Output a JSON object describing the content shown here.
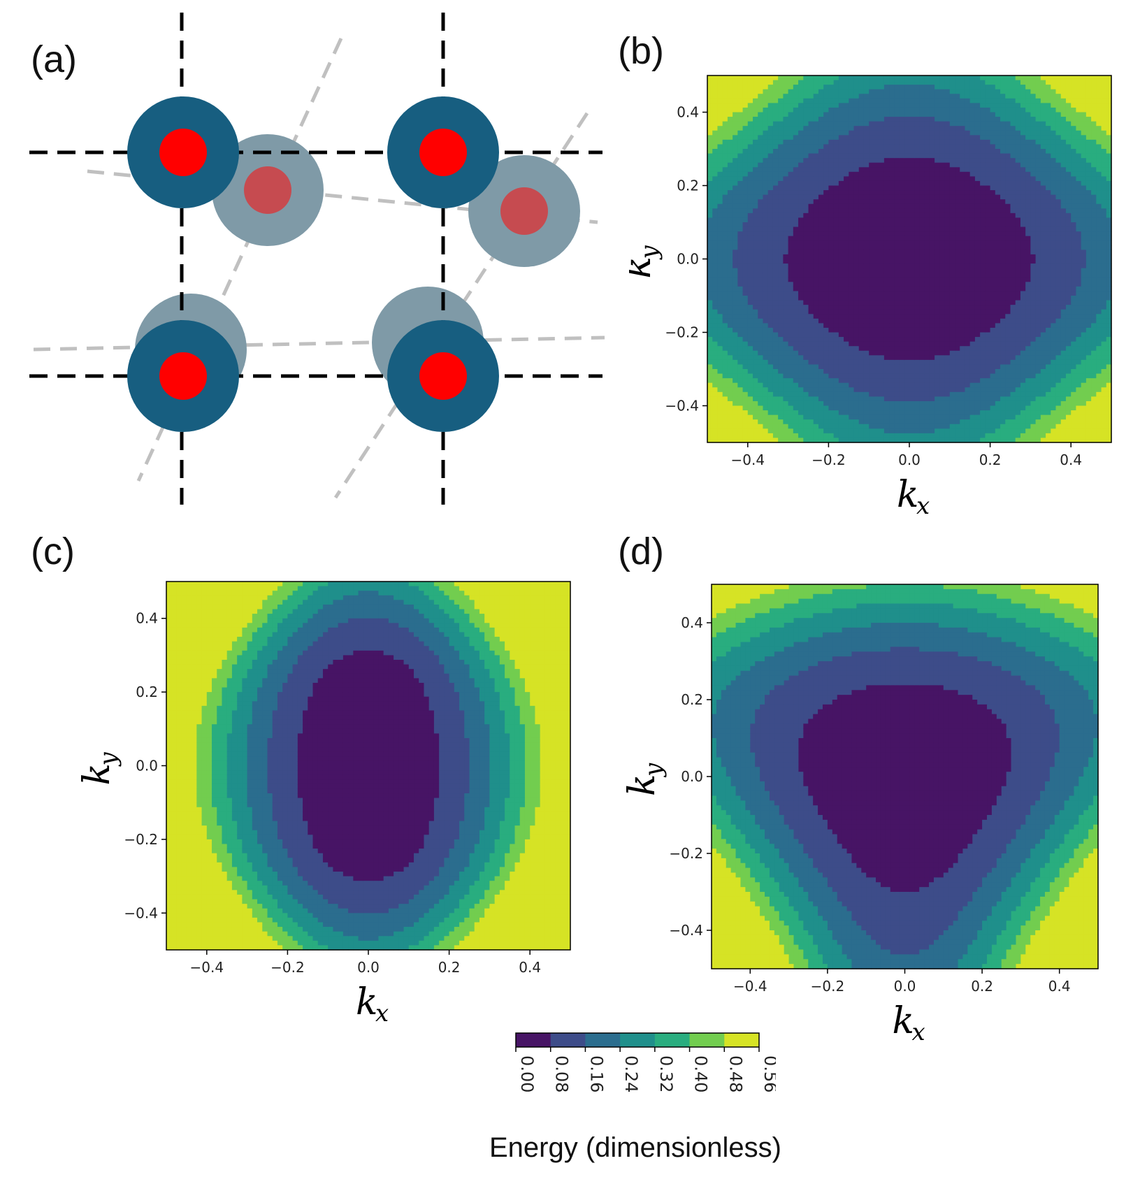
{
  "panels": {
    "a": {
      "label": "(a)"
    },
    "b": {
      "label": "(b)"
    },
    "c": {
      "label": "(c)"
    },
    "d": {
      "label": "(d)"
    }
  },
  "colors": {
    "large_atom": "#175e80",
    "small_atom": "#ff0000",
    "shifted_atom": "#7f9aa7",
    "shifted_core": "#c64b50",
    "grid_line": "#000000",
    "shifted_grid_line": "#c0c0c0",
    "viridis_levels": [
      "#471465",
      "#3d4c89",
      "#2b6d8e",
      "#1f8f8b",
      "#29ad7f",
      "#72cd4f",
      "#d6e325"
    ]
  },
  "chart_data": [
    {
      "panel": "b",
      "type": "heatmap",
      "xlabel": "k",
      "xlabel_sub": "x",
      "ylabel": "k",
      "ylabel_sub": "y",
      "xlim": [
        -0.5,
        0.5
      ],
      "ylim": [
        -0.5,
        0.5
      ],
      "xticks": [
        -0.4,
        -0.2,
        0.0,
        0.2,
        0.4
      ],
      "yticks": [
        -0.4,
        -0.2,
        0.0,
        0.2,
        0.4
      ],
      "xtick_labels": [
        "−0.4",
        "−0.2",
        "0.0",
        "0.2",
        "0.4"
      ],
      "ytick_labels": [
        "−0.4",
        "−0.2",
        "0.0",
        "0.2",
        "0.4"
      ],
      "model": "isotropic"
    },
    {
      "panel": "c",
      "type": "heatmap",
      "xlabel": "k",
      "xlabel_sub": "x",
      "ylabel": "k",
      "ylabel_sub": "y",
      "xlim": [
        -0.5,
        0.5
      ],
      "ylim": [
        -0.5,
        0.5
      ],
      "xticks": [
        -0.4,
        -0.2,
        0.0,
        0.2,
        0.4
      ],
      "yticks": [
        -0.4,
        -0.2,
        0.0,
        0.2,
        0.4
      ],
      "xtick_labels": [
        "−0.4",
        "−0.2",
        "0.0",
        "0.2",
        "0.4"
      ],
      "ytick_labels": [
        "−0.4",
        "−0.2",
        "0.0",
        "0.2",
        "0.4"
      ],
      "model": "elongated-y"
    },
    {
      "panel": "d",
      "type": "heatmap",
      "xlabel": "k",
      "xlabel_sub": "x",
      "ylabel": "k",
      "ylabel_sub": "y",
      "xlim": [
        -0.5,
        0.5
      ],
      "ylim": [
        -0.5,
        0.5
      ],
      "xticks": [
        -0.4,
        -0.2,
        0.0,
        0.2,
        0.4
      ],
      "yticks": [
        -0.4,
        -0.2,
        0.0,
        0.2,
        0.4
      ],
      "xtick_labels": [
        "−0.4",
        "−0.2",
        "0.0",
        "0.2",
        "0.4"
      ],
      "ytick_labels": [
        "−0.4",
        "−0.2",
        "0.0",
        "0.2",
        "0.4"
      ],
      "model": "trigonal"
    }
  ],
  "colorbar": {
    "levels": [
      0.0,
      0.08,
      0.16,
      0.24,
      0.32,
      0.4,
      0.48,
      0.56
    ],
    "tick_labels": [
      "0.00",
      "0.08",
      "0.16",
      "0.24",
      "0.32",
      "0.40",
      "0.48",
      "0.56"
    ],
    "label": "Energy (dimensionless)"
  }
}
